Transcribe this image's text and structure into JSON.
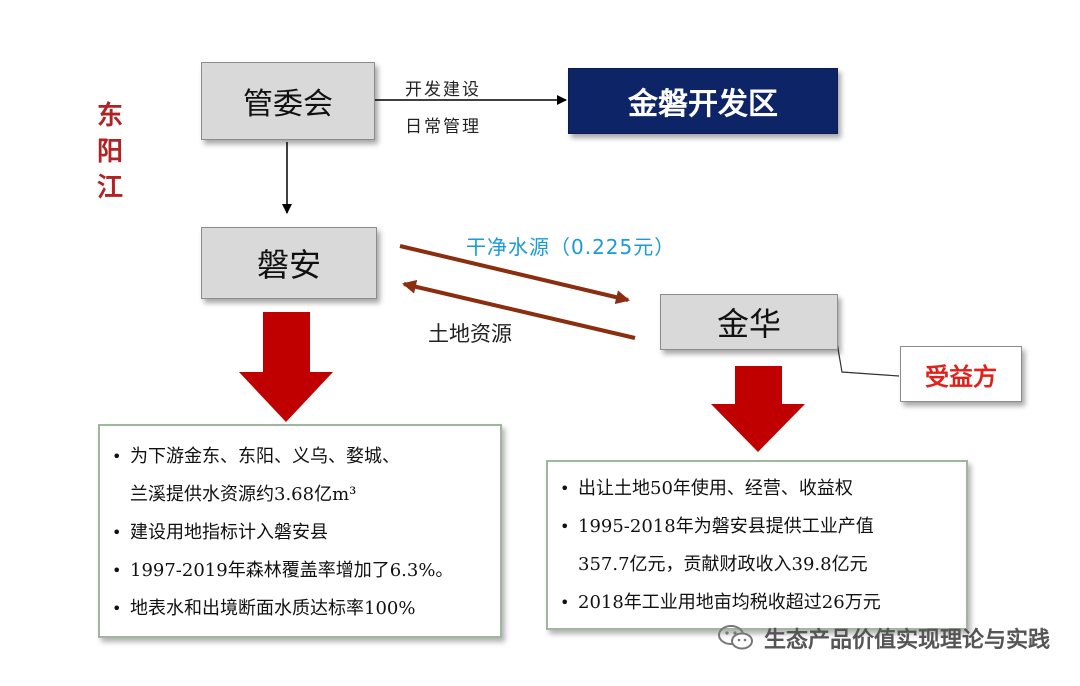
{
  "river_label": [
    "东",
    "阳",
    "江"
  ],
  "nodes": {
    "committee": "管委会",
    "dev_zone": "金磐开发区",
    "panan": "磐安",
    "jinhua": "金华",
    "beneficiary": "受益方"
  },
  "edge_labels": {
    "dev_build": "开发建设",
    "daily_mgmt": "日常管理",
    "clean_water": "干净水源（0.225元）",
    "land_resources": "土地资源"
  },
  "panan_points": [
    {
      "line1": "为下游金东、东阳、义乌、婺城、",
      "line2": "兰溪提供水资源约3.68亿m³"
    },
    {
      "line1": "建设用地指标计入磐安县"
    },
    {
      "line1": "1997-2019年森林覆盖率增加了6.3%。"
    },
    {
      "line1": "地表水和出境断面水质达标率100%"
    }
  ],
  "jinhua_points": [
    {
      "line1": "出让土地50年使用、经营、收益权"
    },
    {
      "line1": "1995-2018年为磐安县提供工业产值",
      "line2": "357.7亿元，贡献财政收入39.8亿元"
    },
    {
      "line1": "2018年工业用地亩均税收超过26万元"
    }
  ],
  "watermark": "生态产品价值实现理论与实践",
  "colors": {
    "navy": "#0d2466",
    "river_red": "#b22222",
    "arrow_red": "#c00000",
    "flow_brown": "#8b2e0f",
    "water_blue": "#1a9ad6",
    "beneficiary_red": "#e0201a"
  },
  "icons": {
    "watermark": "wechat-logo-icon"
  }
}
